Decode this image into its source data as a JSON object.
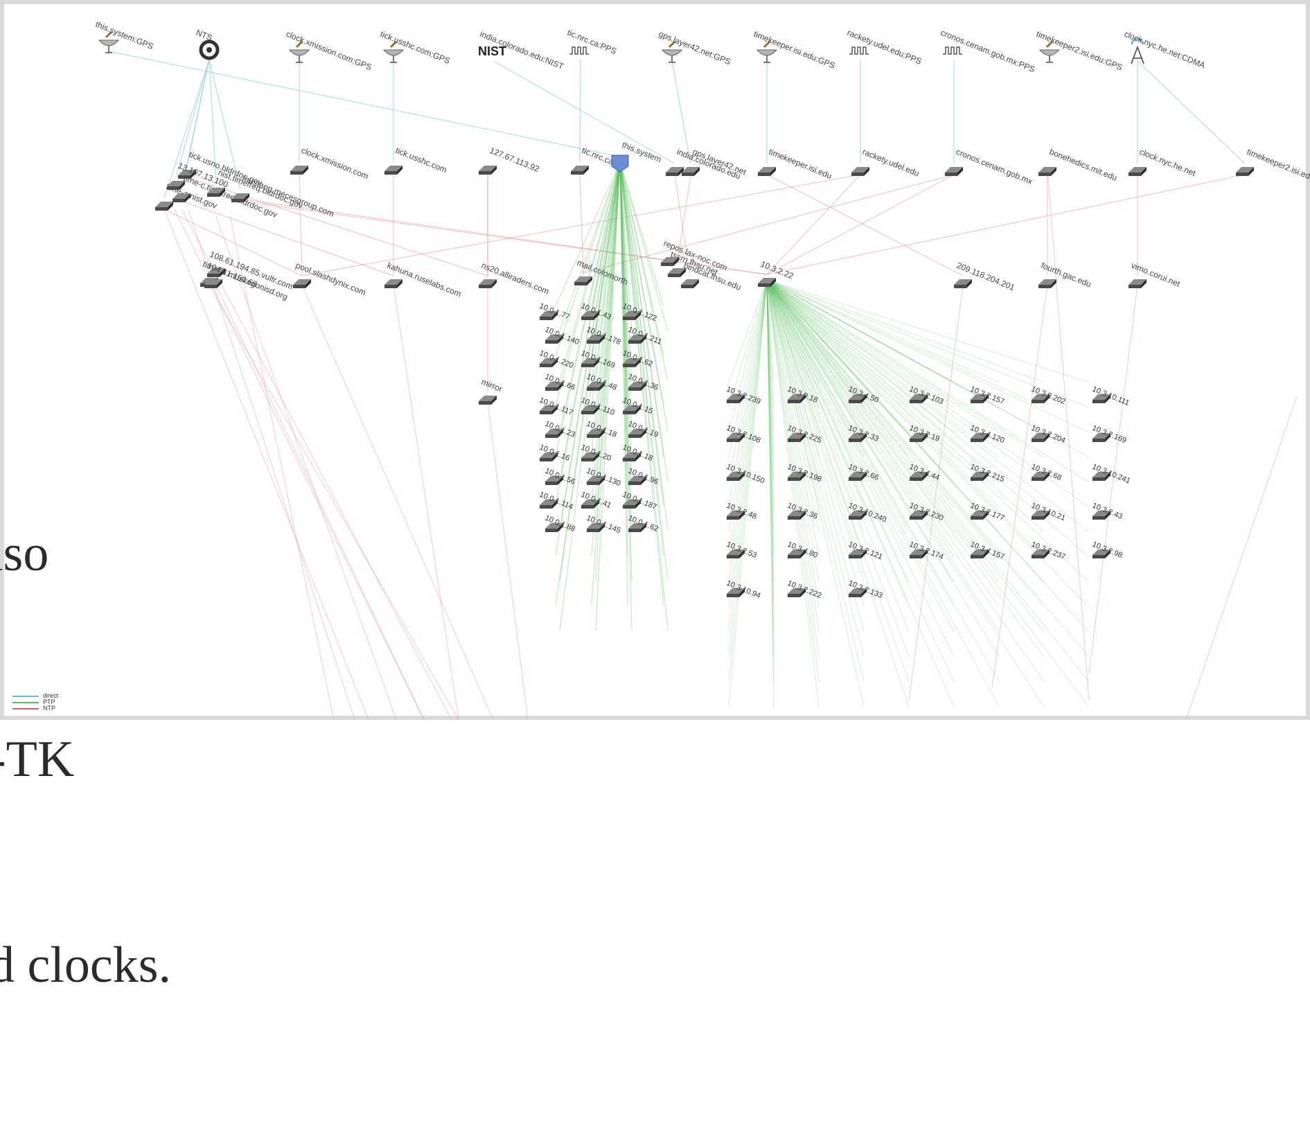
{
  "slide_text": {
    "line1": "lso",
    "line2": "-TK",
    "line3": "d clocks."
  },
  "colors": {
    "direct": "#9fd6e0",
    "ptp": "#57c15a",
    "ntp": "#e79aa0",
    "hub": "#6a8fd8"
  },
  "legend": [
    {
      "label": "direct",
      "color": "#5fc0d0"
    },
    {
      "label": "PTP",
      "color": "#57c15a"
    },
    {
      "label": "NTP",
      "color": "#e05a66"
    }
  ],
  "references": [
    {
      "id": "r0",
      "label": "this.system:GPS",
      "icon": "gps-antenna-icon"
    },
    {
      "id": "r1",
      "label": "NTS",
      "icon": "nts-logo-icon"
    },
    {
      "id": "r2",
      "label": "clock.xmission.com:GPS",
      "icon": "gps-antenna-icon"
    },
    {
      "id": "r3",
      "label": "tick.usshc.com:GPS",
      "icon": "gps-antenna-icon"
    },
    {
      "id": "r4",
      "label": "india.colorado.edu:NIST",
      "icon": "nist-logo-icon"
    },
    {
      "id": "r5",
      "label": "tic.nrc.ca:PPS",
      "icon": "pps-pulse-icon"
    },
    {
      "id": "r6",
      "label": "gps.layer42.net:GPS",
      "icon": "gps-antenna-icon"
    },
    {
      "id": "r7",
      "label": "timekeeper.isi.edu:GPS",
      "icon": "gps-antenna-icon"
    },
    {
      "id": "r8",
      "label": "rackety.udel.edu:PPS",
      "icon": "pps-pulse-icon"
    },
    {
      "id": "r9",
      "label": "cronos.cenam.gob.mx:PPS",
      "icon": "pps-pulse-icon"
    },
    {
      "id": "r10",
      "label": "timekeeper2.isi.edu:GPS",
      "icon": "gps-antenna-icon"
    },
    {
      "id": "r11",
      "label": "clock.nyc.he.net:CDMA",
      "icon": "cell-tower-icon"
    }
  ],
  "servers": [
    {
      "id": "s0",
      "label": "time-a.nist.gov"
    },
    {
      "id": "s1",
      "label": "time-c.timefreq.bldrdoc.gov"
    },
    {
      "id": "s2",
      "label": "tick.usno.bldrdoc.gov"
    },
    {
      "id": "s3",
      "label": "13.107.13.100"
    },
    {
      "id": "s4",
      "label": "nist.timefreq.bldrdoc.gov"
    },
    {
      "id": "s5",
      "label": "mustang.mecesgroup.com"
    },
    {
      "id": "s6",
      "label": "clock.xmission.com"
    },
    {
      "id": "s7",
      "label": "tick.usshc.com"
    },
    {
      "id": "s8",
      "label": "127.67.113.92"
    },
    {
      "id": "s9",
      "label": "tic.nrc.ca"
    },
    {
      "id": "s10",
      "label": "this.system"
    },
    {
      "id": "s11",
      "label": "india.colorado.edu"
    },
    {
      "id": "s12",
      "label": "gps.layer42.net"
    },
    {
      "id": "s13",
      "label": "timekeeper.isi.edu"
    },
    {
      "id": "s14",
      "label": "rackety.udel.edu"
    },
    {
      "id": "s15",
      "label": "cronos.cenam.gob.mx"
    },
    {
      "id": "s16",
      "label": "bonehedics.mit.edu"
    },
    {
      "id": "s17",
      "label": "clock.nyc.he.net"
    },
    {
      "id": "s18",
      "label": "timekeeper2.isi.edu"
    }
  ],
  "third_tier": [
    {
      "id": "t0",
      "label": "time01.muskegonisd.org"
    },
    {
      "id": "t1",
      "label": "108.61.194.85.vultr.com"
    },
    {
      "id": "t2",
      "label": "104.41.150.68"
    },
    {
      "id": "t3",
      "label": "pool.slashdynix.com"
    },
    {
      "id": "t4",
      "label": "kahuna.ruselabs.com"
    },
    {
      "id": "t5",
      "label": "ns20.alliraders.com"
    },
    {
      "id": "t6",
      "label": "mail.colomorth"
    },
    {
      "id": "t7",
      "label": "bindcat.fhsu.edu"
    },
    {
      "id": "t8",
      "label": "tssrn.fhsu.net"
    },
    {
      "id": "t9",
      "label": "repos.lax-noc.com"
    },
    {
      "id": "t10",
      "label": "10.3.2.22"
    },
    {
      "id": "t11",
      "label": "209.118.204.201"
    },
    {
      "id": "t12",
      "label": "fourth.gac.edu"
    },
    {
      "id": "t13",
      "label": "vimo.corui.net"
    },
    {
      "id": "t14",
      "label": "mirror"
    }
  ],
  "cluster_a_labels": [
    "10.0.1.77",
    "10.0.1.43",
    "10.0.1.122",
    "10.0.1.140",
    "10.0.1.178",
    "10.0.1.211",
    "10.0.1.220",
    "10.0.1.169",
    "10.0.1.62",
    "10.0.1.66",
    "10.0.1.48",
    "10.0.1.36",
    "10.0.1.117",
    "10.0.1.110",
    "10.0.1.15",
    "10.0.1.23",
    "10.0.1.18",
    "10.0.1.19",
    "10.0.1.16",
    "10.0.1.20",
    "10.0.1.18",
    "10.0.1.56",
    "10.0.1.130",
    "10.0.1.96",
    "10.0.1.114",
    "10.0.1.41",
    "10.0.1.187",
    "10.0.1.88",
    "10.0.1.145",
    "10.0.1.62"
  ],
  "cluster_b_labels": [
    "10.3.2.239",
    "10.3.9.18",
    "10.3.4.50",
    "10.3.2.103",
    "10.3.2.157",
    "10.3.8.202",
    "10.3.10.111",
    "10.3.2.108",
    "10.3.2.225",
    "10.3.2.33",
    "10.3.2.19",
    "10.3.4.120",
    "10.3.2.204",
    "10.3.2.169",
    "10.3.10.150",
    "10.3.2.198",
    "10.3.2.66",
    "10.3.4.44",
    "10.3.2.215",
    "10.3.2.68",
    "10.3.10.241",
    "10.3.2.48",
    "10.3.2.36",
    "10.3.10.240",
    "10.3.2.230",
    "10.3.2.177",
    "10.3.10.21",
    "10.3.2.43",
    "10.3.2.53",
    "10.3.4.80",
    "10.3.2.121",
    "10.3.2.174",
    "10.3.4.157",
    "10.3.2.237",
    "10.3.2.98",
    "10.3.10.94",
    "10.3.2.222",
    "10.3.2.133"
  ]
}
